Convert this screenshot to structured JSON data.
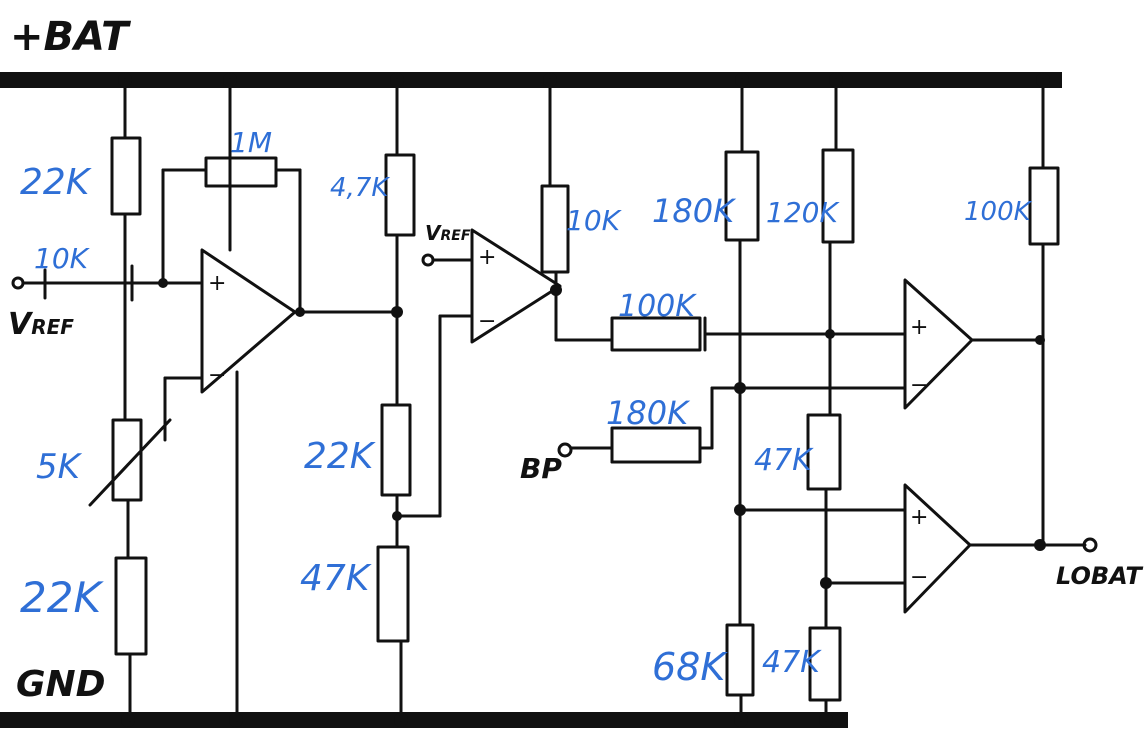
{
  "rails": {
    "top_label": "+BAT",
    "bottom_label": "GND"
  },
  "nodes": {
    "vref_left_sub": "V",
    "vref_left_sup": "REF",
    "vref_mid": "V",
    "vref_mid_sub": "REF",
    "bp": "BP",
    "lobat": "LOBAT"
  },
  "resistors": {
    "r_22k_top": "22K",
    "r_10k_in": "10K",
    "r_1m": "1M",
    "r_5k": "5K",
    "r_22k_bottom": "22K",
    "r_4_7k": "4,7K",
    "r_22k_mid": "22K",
    "r_47k_mid": "47K",
    "r_10k_pullup": "10K",
    "r_100k_series": "100K",
    "r_180k_bp": "180K",
    "r_180k_top": "180K",
    "r_120k": "120K",
    "r_47k_right": "47K",
    "r_68k": "68K",
    "r_47k_bottom": "47K",
    "r_100k_out": "100K"
  },
  "opamps": {
    "plus": "+",
    "minus": "−"
  },
  "colors": {
    "ink": "#111111",
    "label_blue": "#2f6fd6"
  }
}
